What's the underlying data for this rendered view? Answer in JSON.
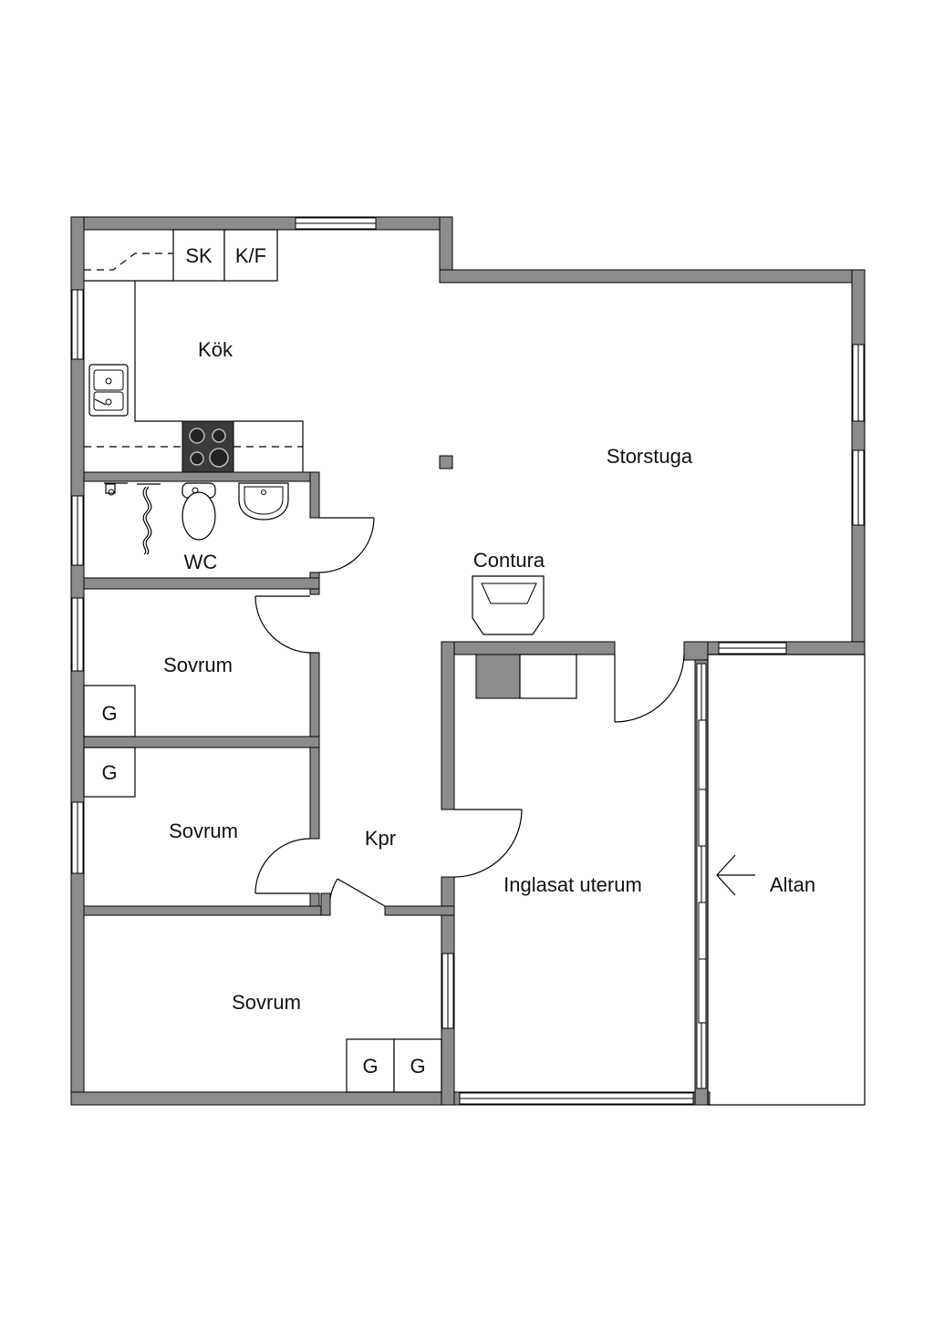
{
  "rooms": {
    "kitchen": "Kök",
    "living": "Storstuga",
    "wc": "WC",
    "stove": "Contura",
    "bedroom_1": "Sovrum",
    "bedroom_2": "Sovrum",
    "bedroom_3": "Sovrum",
    "hall": "Kpr",
    "sunroom": "Inglasat uterum",
    "deck": "Altan"
  },
  "fixtures": {
    "sk": "SK",
    "kf": "K/F",
    "wardrobe_1": "G",
    "wardrobe_2": "G",
    "wardrobe_3": "G",
    "wardrobe_4": "G"
  },
  "colors": {
    "wall": "#8c8c8c",
    "line": "#000000",
    "background": "#ffffff"
  }
}
